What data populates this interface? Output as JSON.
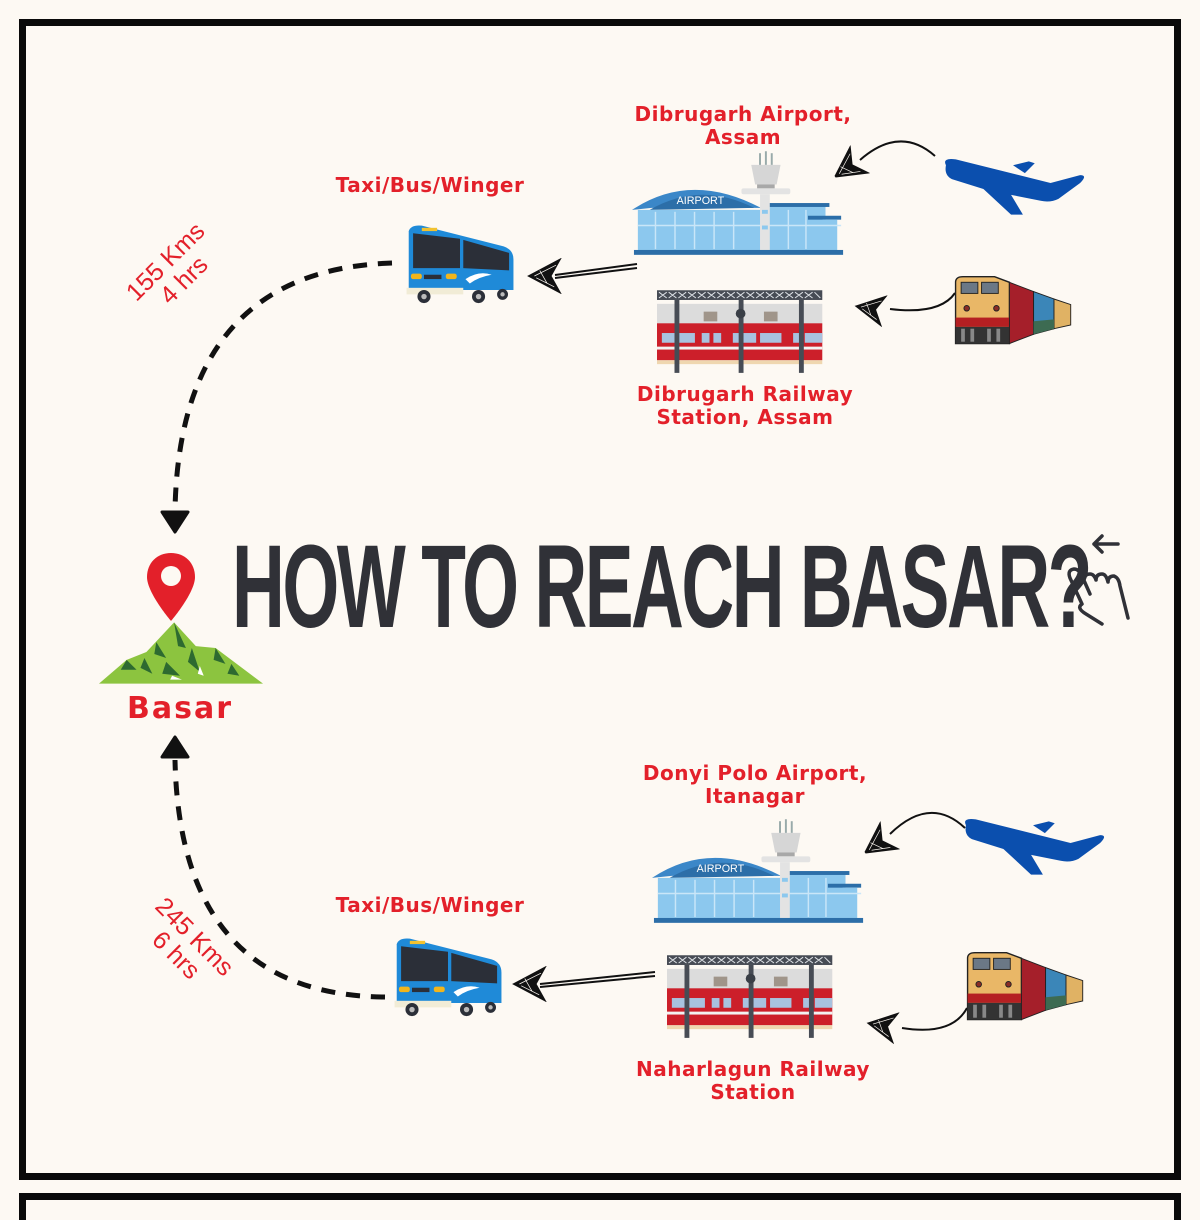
{
  "title": "HOW TO REACH BASAR?",
  "destination": {
    "name": "Basar",
    "icon": "map-pin-icon",
    "illustration": "mountain-icon"
  },
  "routes": [
    {
      "id": "north",
      "transport_label": "Taxi/Bus/Winger",
      "distance": "155 Kms",
      "duration": "4 hrs",
      "origins": [
        {
          "type": "airport",
          "name_line1": "Dibrugarh Airport,",
          "name_line2": "Assam",
          "sign": "AIRPORT",
          "arrival": "airplane-icon"
        },
        {
          "type": "railway",
          "name_line1": "Dibrugarh Railway",
          "name_line2": "Station, Assam",
          "arrival": "train-icon"
        }
      ]
    },
    {
      "id": "south",
      "transport_label": "Taxi/Bus/Winger",
      "distance": "245 Kms",
      "duration": "6 hrs",
      "origins": [
        {
          "type": "airport",
          "name_line1": "Donyi Polo Airport,",
          "name_line2": "Itanagar",
          "sign": "AIRPORT",
          "arrival": "airplane-icon"
        },
        {
          "type": "railway",
          "name_line1": "Naharlagun Railway",
          "name_line2": "Station",
          "arrival": "train-icon"
        }
      ]
    }
  ],
  "colors": {
    "background": "#fdf9f3",
    "frame": "#0a0a0a",
    "label_red": "#e3202a",
    "title_dark": "#303137",
    "plane_blue": "#0b4fae",
    "bus_blue": "#1f8ad8",
    "airport_blue": "#8cc8ee",
    "train_red": "#cc1f2a",
    "mountain_green": "#8cc43f"
  }
}
